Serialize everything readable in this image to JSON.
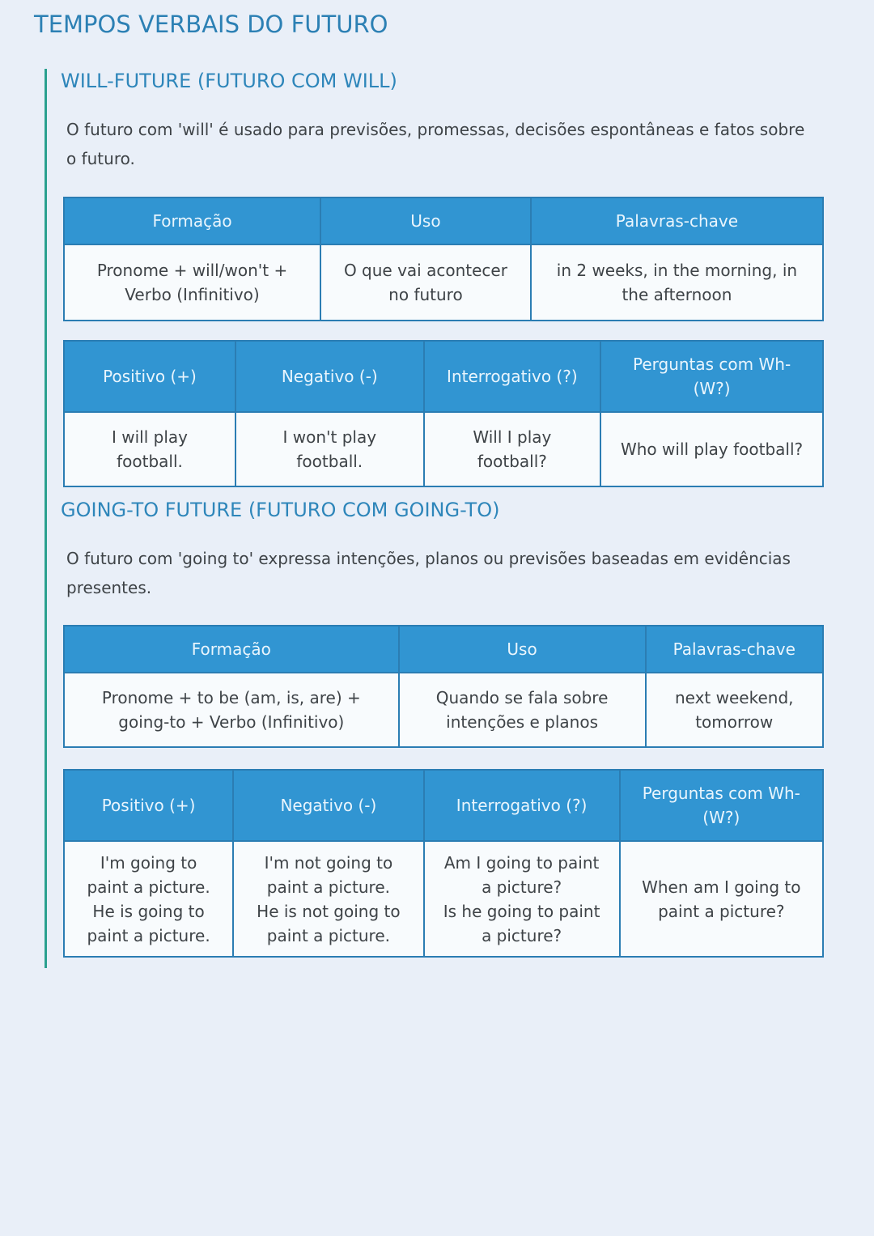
{
  "page": {
    "title": "TEMPOS VERBAIS DO FUTURO",
    "colors": {
      "page_background": "#e9eff8",
      "header_blue": "#3195d2",
      "border_blue": "#2b7db3",
      "heading_text_blue": "#2e86ba",
      "teal_accent": "#2aa08f",
      "cell_background": "#f8fbfd",
      "body_text": "#3e4347"
    }
  },
  "sections": [
    {
      "heading": "WILL-FUTURE (FUTURO COM WILL)",
      "description": "O futuro com 'will' é usado para previsões, promessas, decisões espontâneas e fatos sobre\no futuro.",
      "formation_table": {
        "headers": [
          "Formação",
          "Uso",
          "Palavras-chave"
        ],
        "row": [
          "Pronome + will/won't +\nVerbo (Infinitivo)",
          "O que vai acontecer\nno futuro",
          "in 2 weeks, in the morning, in\nthe afternoon"
        ]
      },
      "forms_table": {
        "headers": [
          "Positivo (+)",
          "Negativo (-)",
          "Interrogativo (?)",
          "Perguntas com Wh-\n(W?)"
        ],
        "row": [
          "I will play\nfootball.",
          "I won't play\nfootball.",
          "Will I play\nfootball?",
          "Who will play football?"
        ]
      }
    },
    {
      "heading": "GOING-TO FUTURE (FUTURO COM GOING-TO)",
      "description": "O futuro com 'going to' expressa intenções, planos ou previsões baseadas em evidências\npresentes.",
      "formation_table": {
        "headers": [
          "Formação",
          "Uso",
          "Palavras-chave"
        ],
        "row": [
          "Pronome + to be (am, is, are) +\ngoing-to + Verbo (Infinitivo)",
          "Quando se fala sobre\nintenções e planos",
          "next weekend,\ntomorrow"
        ]
      },
      "forms_table": {
        "headers": [
          "Positivo (+)",
          "Negativo (-)",
          "Interrogativo (?)",
          "Perguntas com Wh-\n(W?)"
        ],
        "row": [
          "I'm going to\npaint a picture.\nHe is going to\npaint a picture.",
          "I'm not going to\npaint a picture.\nHe is not going to\npaint a picture.",
          "Am I going to paint\na picture?\nIs he going to paint\na picture?",
          "When am I going to\npaint a picture?"
        ]
      }
    }
  ]
}
